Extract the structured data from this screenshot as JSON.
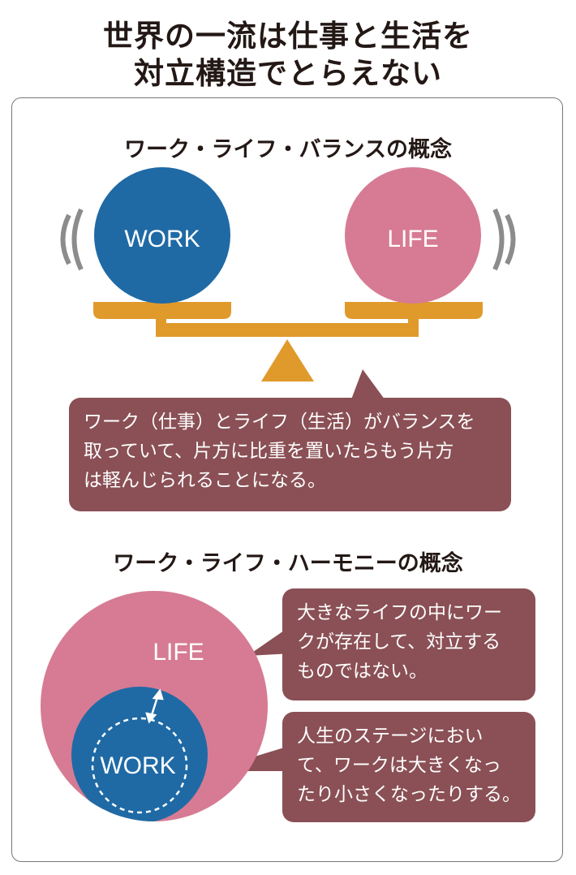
{
  "title": {
    "line1": "世界の一流は仕事と生活を",
    "line2": "対立構造でとらえない"
  },
  "balance": {
    "heading": "ワーク・ライフ・バランスの概念",
    "work_label": "WORK",
    "life_label": "LIFE",
    "note": [
      "ワーク（仕事）とライフ（生活）がバランスを",
      "取っていて、片方に比重を置いたらもう片方",
      "は軽んじられることになる。"
    ]
  },
  "harmony": {
    "heading": "ワーク・ライフ・ハーモニーの概念",
    "life_label": "LIFE",
    "work_label": "WORK",
    "note1": [
      "大きなライフの中にワー",
      "クが存在して、対立する",
      "ものではない。"
    ],
    "note2": [
      "人生のステージにおい",
      "て、ワークは大きくなっ",
      "たり小さくなったりする。"
    ]
  },
  "colors": {
    "work": "#1f6aa5",
    "life": "#d67b93",
    "scale": "#e09a2b",
    "bubble": "#8a5055",
    "vibration": "#8c8c8c"
  }
}
